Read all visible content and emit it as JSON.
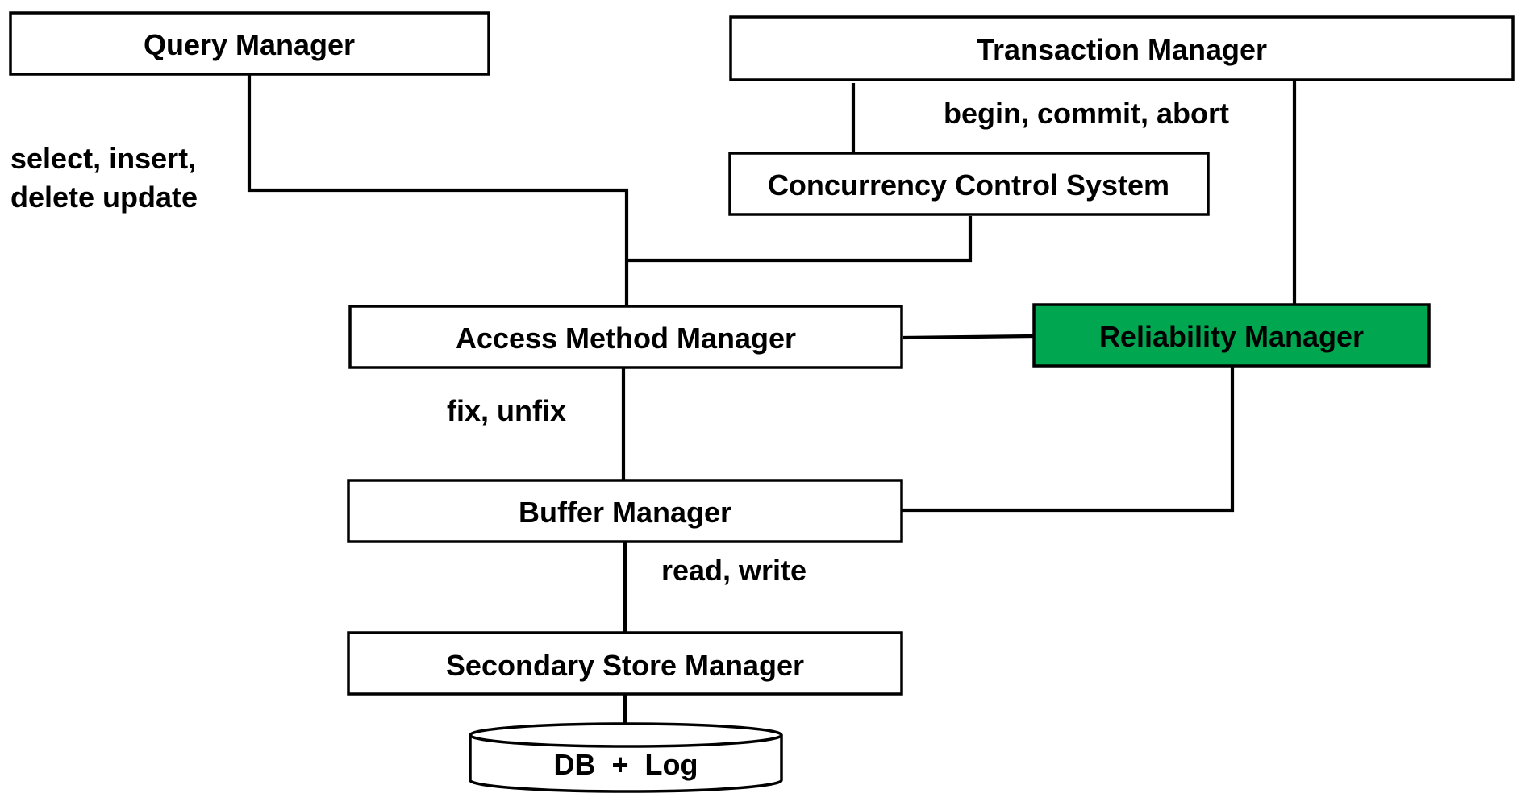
{
  "colors": {
    "line": "#000000",
    "box_fill": "#ffffff",
    "reliability_fill": "#00a650"
  },
  "nodes": {
    "query_manager": "Query Manager",
    "transaction_manager": "Transaction Manager",
    "concurrency_control": "Concurrency Control System",
    "access_method_manager": "Access Method Manager",
    "reliability_manager": "Reliability Manager",
    "buffer_manager": "Buffer Manager",
    "secondary_store_manager": "Secondary Store Manager",
    "db_log": "DB  +  Log"
  },
  "edge_labels": {
    "query_ops_line1": "select, insert,",
    "query_ops_line2": "delete update",
    "transaction_ops": "begin, commit, abort",
    "access_ops": "fix, unfix",
    "buffer_ops": "read, write"
  }
}
